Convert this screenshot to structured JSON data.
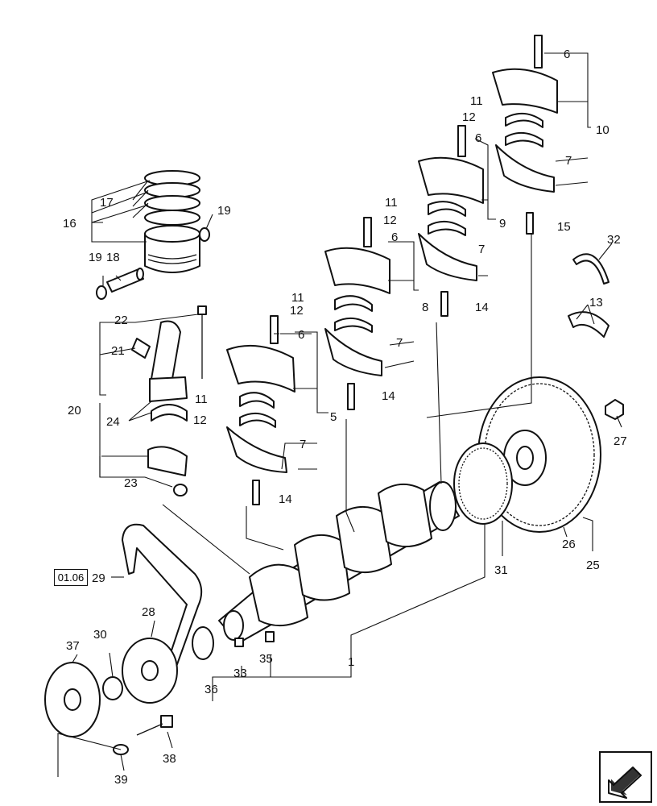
{
  "reference": "01.06",
  "callouts": {
    "c1": "1",
    "c5": "5",
    "c6a": "6",
    "c6b": "6",
    "c6c": "6",
    "c6d": "6",
    "c7a": "7",
    "c7b": "7",
    "c7c": "7",
    "c7d": "7",
    "c8": "8",
    "c9": "9",
    "c10": "10",
    "c11a": "11",
    "c11b": "11",
    "c11c": "11",
    "c11d": "11",
    "c12a": "12",
    "c12b": "12",
    "c12c": "12",
    "c12d": "12",
    "c13": "13",
    "c14a": "14",
    "c14b": "14",
    "c14c": "14",
    "c15": "15",
    "c16": "16",
    "c17": "17",
    "c18": "18",
    "c19a": "19",
    "c19b": "19",
    "c20": "20",
    "c21": "21",
    "c22": "22",
    "c23": "23",
    "c24": "24",
    "c25": "25",
    "c26": "26",
    "c27": "27",
    "c28": "28",
    "c29": "29",
    "c30": "30",
    "c31": "31",
    "c32": "32",
    "c33": "33",
    "c35": "35",
    "c36": "36",
    "c37": "37",
    "c38": "38",
    "c39": "39"
  },
  "icons": {
    "navigation": "arrow-down-left-icon"
  }
}
